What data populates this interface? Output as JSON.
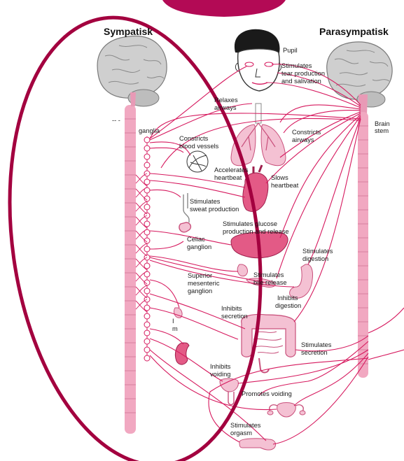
{
  "titles": {
    "left": "Sympatisk",
    "right": "Parasympatisk"
  },
  "colors": {
    "nerve": "#d6195e",
    "organ_fill": "#e35a86",
    "organ_light": "#f4c1d3",
    "cord": "#f1a8c1",
    "brain": "#c9c9c9",
    "ellipse": "#a3003f",
    "top_circle": "#b30a55"
  },
  "labels": {
    "pupil": "Pupil",
    "tear": [
      "Stimulates",
      "tear production",
      "and salivation"
    ],
    "relaxes": [
      "Relaxes",
      "airways"
    ],
    "constricts_airways": [
      "Constricts",
      "airways"
    ],
    "constricts_vessels": [
      "Constricts",
      "blood vessels"
    ],
    "accelerates": [
      "Accelerates",
      "heartbeat"
    ],
    "slows": [
      "Slows",
      "heartbeat"
    ],
    "sweat": [
      "Stimulates",
      "sweat production"
    ],
    "glucose": [
      "Stimulates glucose",
      "production and release"
    ],
    "celiac": [
      "Celiac",
      "ganglion"
    ],
    "digestion_stim": [
      "Stimulates",
      "digestion"
    ],
    "bile": [
      "Stimulates",
      "bile release"
    ],
    "superior": [
      "Superior",
      "mesenteric",
      "ganglion"
    ],
    "digestion_inhib": [
      "Inhibits",
      "digestion"
    ],
    "inhibits_secretion": [
      "Inhibits",
      "secretion"
    ],
    "stimulates_secretion": [
      "Stimulates",
      "secretion"
    ],
    "inhibits_voiding": [
      "Inhibits",
      "voiding"
    ],
    "promotes_voiding": "Promotes voiding",
    "orgasm": [
      "Stimulates",
      "orgasm"
    ],
    "ganglia": "ganglia",
    "brainstem": [
      "Brain",
      "stem"
    ],
    "lower_ganglion": [
      "I",
      "m"
    ]
  }
}
